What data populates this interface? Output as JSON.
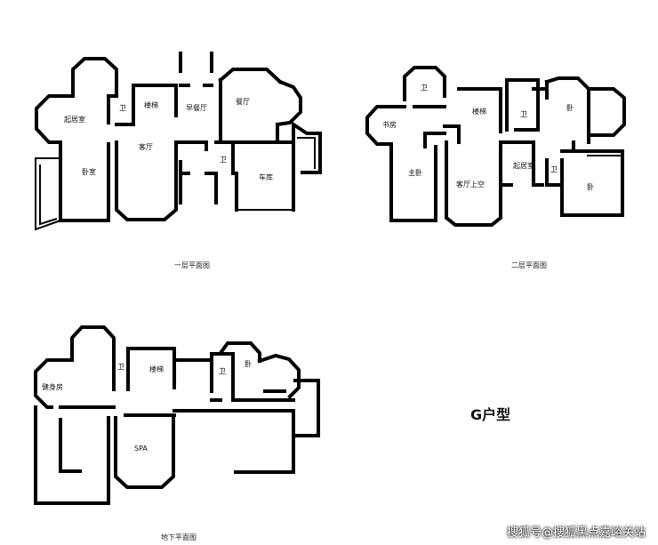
{
  "floor1": {
    "caption": "一层平面图",
    "rooms": {
      "qijushi": "起居室",
      "wei1": "卫",
      "louti": "楼梯",
      "zaocanting": "早餐厅",
      "canting": "餐厅",
      "woshi": "卧室",
      "keting": "客厅",
      "wei2": "卫",
      "cheku": "车库"
    }
  },
  "floor2": {
    "caption": "二层平面图",
    "rooms": {
      "wei1": "卫",
      "shufang": "书房",
      "louti": "楼梯",
      "wei2": "卫",
      "wo1": "卧",
      "zhuwo": "主卧",
      "ketingshangkong": "客厅上空",
      "qijushi": "起居室",
      "wei3": "卫",
      "wo2": "卧"
    }
  },
  "basement": {
    "caption": "地下平面图",
    "rooms": {
      "wei1": "卫",
      "louti": "楼梯",
      "wei2": "卫",
      "wo": "卧",
      "jianshenfang": "健身房",
      "spa": "SPA"
    }
  },
  "unit_type": "G户型",
  "watermark": "搜狐号@搜狐黑点嘉峪关站"
}
